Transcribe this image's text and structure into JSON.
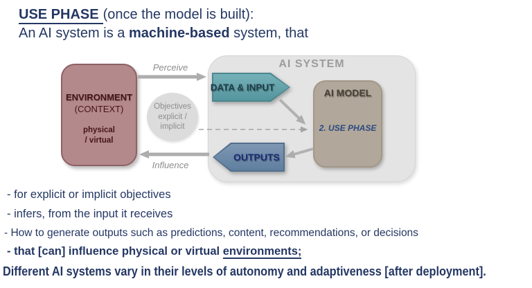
{
  "title": {
    "use_phase": "USE PHASE",
    "after_use_phase": "(once the model is built):",
    "line2_pre": "An AI system is a ",
    "line2_bold": "machine-based",
    "line2_post": " system, that"
  },
  "diagram": {
    "ai_system_label": "AI SYSTEM",
    "environment": {
      "title": "ENVIRONMENT",
      "subtitle": "(CONTEXT)",
      "line3": "physical",
      "line4": "/ virtual"
    },
    "perceive_label": "Perceive",
    "influence_label": "Influence",
    "objectives": {
      "line1": "Objectives",
      "line2": "explicit /",
      "line3": "implicit"
    },
    "data_input_label": "DATA & INPUT",
    "ai_model_label": "AI MODEL",
    "use_phase_step": "2. USE PHASE",
    "outputs_label": "OUTPUTS"
  },
  "bullets": [
    {
      "text": "- for explicit or implicit objectives"
    },
    {
      "text": "- infers, from the input it receives"
    },
    {
      "text": "- How to generate outputs such as predictions, content, recommendations, or decisions"
    },
    {
      "pre": "- that [can] influence physical or virtual ",
      "underlined": "environments;"
    }
  ],
  "footer": "Different AI systems vary in their levels of autonomy and adaptiveness [after deployment].",
  "colors": {
    "heading_navy": "#243763",
    "environment_fill": "#b3898b",
    "environment_border": "#8d6164",
    "environment_text": "#451419",
    "ai_system_fill": "#e4e4e4",
    "ai_system_label_gray": "#9c9c9c",
    "data_input_teal": "#5e9ea6",
    "data_input_text": "#1d3c48",
    "outputs_blue": "#6d89a7",
    "outputs_text": "#1a2b73",
    "ai_model_tan": "#b1a79a",
    "ai_model_text": "#483f35",
    "use_phase_navy": "#2b4a82",
    "arrow_gray": "#adadad",
    "caption_gray": "#8d8d8d"
  }
}
